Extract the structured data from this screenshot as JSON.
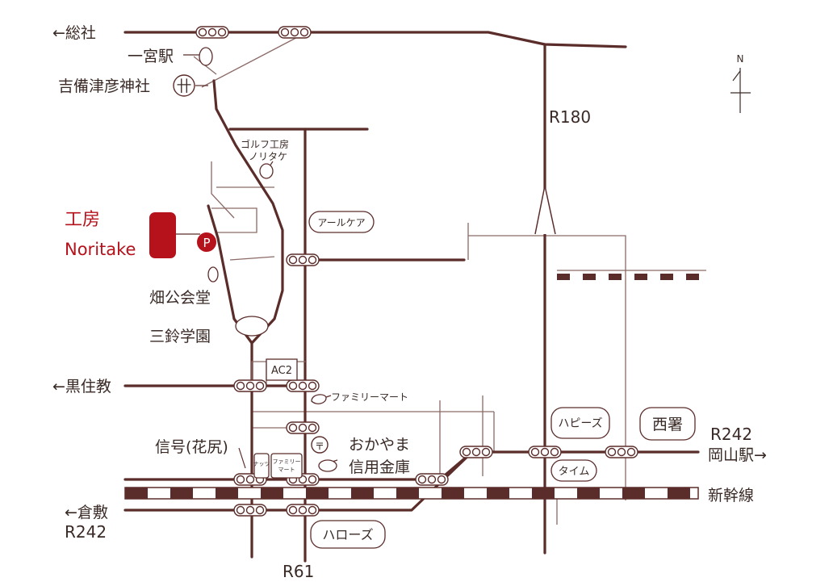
{
  "colors": {
    "road": "#5b2d2a",
    "thin": "#8a6a66",
    "text": "#3a2a26",
    "accent": "#b5121b"
  },
  "shop": {
    "name_ja": "工房",
    "name_en": "Noritake",
    "parking": "P"
  },
  "labels": {
    "sosha": "←総社",
    "ichinomiya": "一宮駅",
    "kibitsuhiko": "吉備津彦神社",
    "shrine_mark": "卄",
    "golf_line1": "ゴルフ工房",
    "golf_line2": "ノリタケ",
    "arucare": "アールケア",
    "hatake": "畑公会堂",
    "misuzu": "三鈴学園",
    "kurozumikyo": "←黒住教",
    "ac2": "AC2",
    "familymart1": "ファミリーマート",
    "signal_hanajiri": "信号(花尻)",
    "nats": "ナッツ",
    "fm_small_line1": "ファミリー",
    "fm_small_line2": "マート",
    "bank_line1": "おかやま",
    "bank_line2": "信用金庫",
    "post_mark": "〒",
    "happys": "ハピーズ",
    "time": "タイム",
    "nishisho": "西署",
    "okayama_station": "岡山駅→",
    "shinkansen": "新幹線",
    "kurashiki": "←倉敷",
    "hellos": "ハローズ",
    "north": "N"
  },
  "roads": {
    "r180": "R180",
    "r242_east": "R242",
    "r242_west": "R242",
    "r61": "R61"
  }
}
